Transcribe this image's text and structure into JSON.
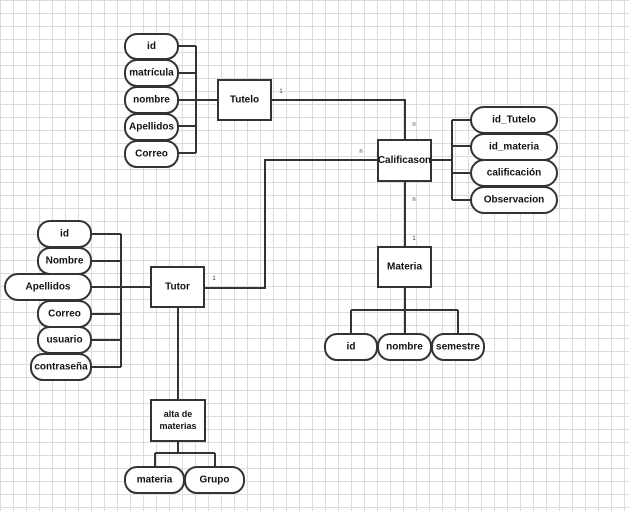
{
  "entities": {
    "tutelo": "Tutelo",
    "calificacion": "Calificason",
    "materia": "Materia",
    "tutor": "Tutor",
    "alta_materias": [
      "alta de",
      "materias"
    ]
  },
  "attributes": {
    "tutelo": [
      "id",
      "matrícula",
      "nombre",
      "Apellidos",
      "Correo"
    ],
    "calificacion": [
      "id_Tutelo",
      "id_materia",
      "calificación",
      "Observacion"
    ],
    "tutor": [
      "id",
      "Nombre",
      "Apellidos",
      "Correo",
      "usuario",
      "contraseña"
    ],
    "materia": [
      "id",
      "nombre",
      "semestre"
    ],
    "alta_materias": [
      "materia",
      "Grupo"
    ]
  },
  "cardinalities": {
    "tutelo_side": "1",
    "calif_from_tutelo": "n",
    "calif_from_tutor": "n",
    "calif_to_materia": "n",
    "materia_from_calif": "1",
    "tutor_side": "1"
  }
}
